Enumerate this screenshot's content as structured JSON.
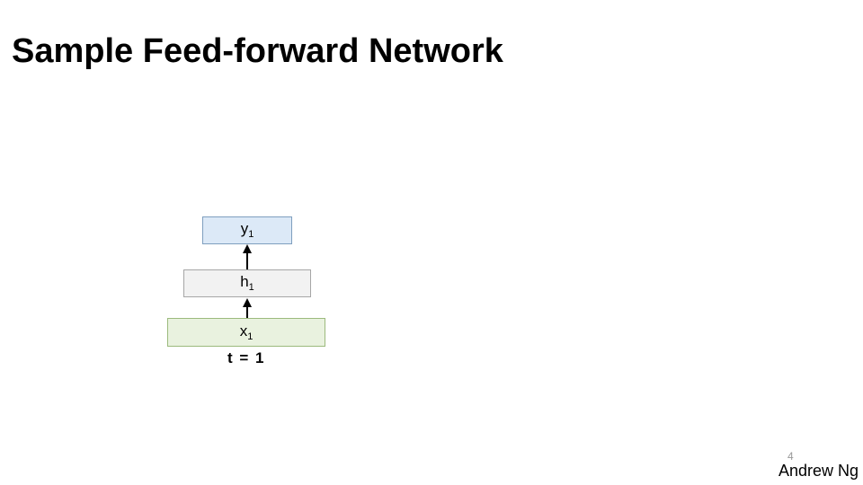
{
  "slide": {
    "title": "Sample Feed-forward Network",
    "diagram": {
      "nodes": [
        {
          "id": "output",
          "label": "y",
          "subscript": "1"
        },
        {
          "id": "hidden",
          "label": "h",
          "subscript": "1"
        },
        {
          "id": "input",
          "label": "x",
          "subscript": "1"
        }
      ],
      "time_label": "t = 1"
    },
    "footer": {
      "page_number": "4",
      "author": "Andrew Ng"
    },
    "colors": {
      "output-fill": "#dce9f7",
      "output-border": "#7f9fbf",
      "hidden-fill": "#f2f2f2",
      "hidden-border": "#a6a6a6",
      "input-fill": "#e9f2df",
      "input-border": "#9cba7d",
      "arrow": "#000000",
      "page-number": "#999999"
    }
  }
}
